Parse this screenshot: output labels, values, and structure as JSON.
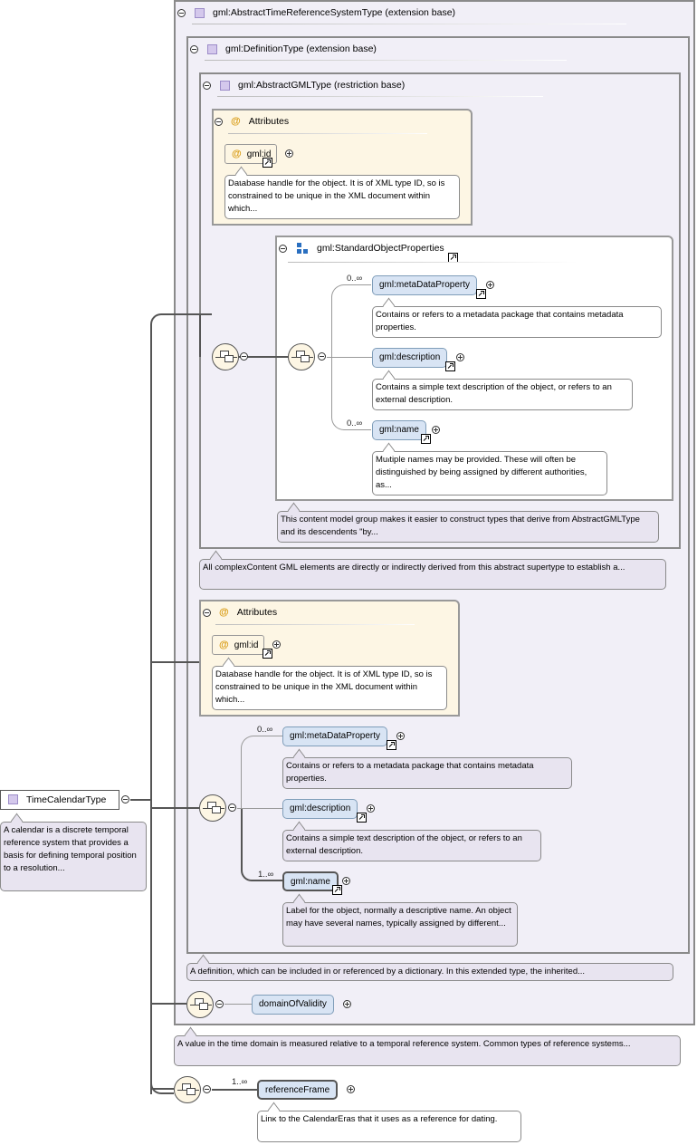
{
  "root": {
    "name": "TimeCalendarType",
    "doc": "A calendar is a discrete temporal reference system that provides a basis for defining temporal position to a resolution..."
  },
  "outer": {
    "title": "gml:AbstractTimeReferenceSystemType (extension base)",
    "doc": "A value in the time domain is measured relative to a temporal reference system. Common types of reference systems..."
  },
  "definition": {
    "title": "gml:DefinitionType (extension base)",
    "doc": "A definition, which can be included in or referenced by a dictionary. In this extended type, the inherited..."
  },
  "abstract_gml": {
    "title": "gml:AbstractGMLType (restriction base)",
    "doc": "All complexContent GML elements are directly or indirectly derived from this abstract supertype to establish a..."
  },
  "attributes_label": "Attributes",
  "attr_id": {
    "name": "gml:id",
    "doc": "Database handle for the object. It is of XML type ID, so is constrained to be unique in the XML document within which..."
  },
  "std_props": {
    "title": "gml:StandardObjectProperties",
    "doc": "This content model group makes it easier to construct types that derive from AbstractGMLType and its descendents \"by..."
  },
  "inner_elements": {
    "metadata": {
      "name": "gml:metaDataProperty",
      "card": "0..∞",
      "doc": "Contains or refers to a metadata package that contains metadata properties."
    },
    "description": {
      "name": "gml:description",
      "doc": "Contains a simple text description of the object, or refers to an external description."
    },
    "name": {
      "name": "gml:name",
      "card": "0..∞",
      "doc": "Multiple names may be provided. These will often be distinguished by being assigned by different authorities, as..."
    }
  },
  "def_elements": {
    "metadata": {
      "name": "gml:metaDataProperty",
      "card": "0..∞",
      "doc": "Contains or refers to a metadata package that contains metadata properties."
    },
    "description": {
      "name": "gml:description",
      "doc": "Contains a simple text description of the object, or refers to an external description."
    },
    "name": {
      "name": "gml:name",
      "card": "1..∞",
      "doc": "Label for the object, normally a descriptive name. An object may have several names, typically assigned by different..."
    }
  },
  "domain": {
    "name": "domainOfValidity"
  },
  "reference_frame": {
    "name": "referenceFrame",
    "card": "1..∞",
    "doc": "Link to the CalendarEras that it uses as a reference for dating."
  }
}
